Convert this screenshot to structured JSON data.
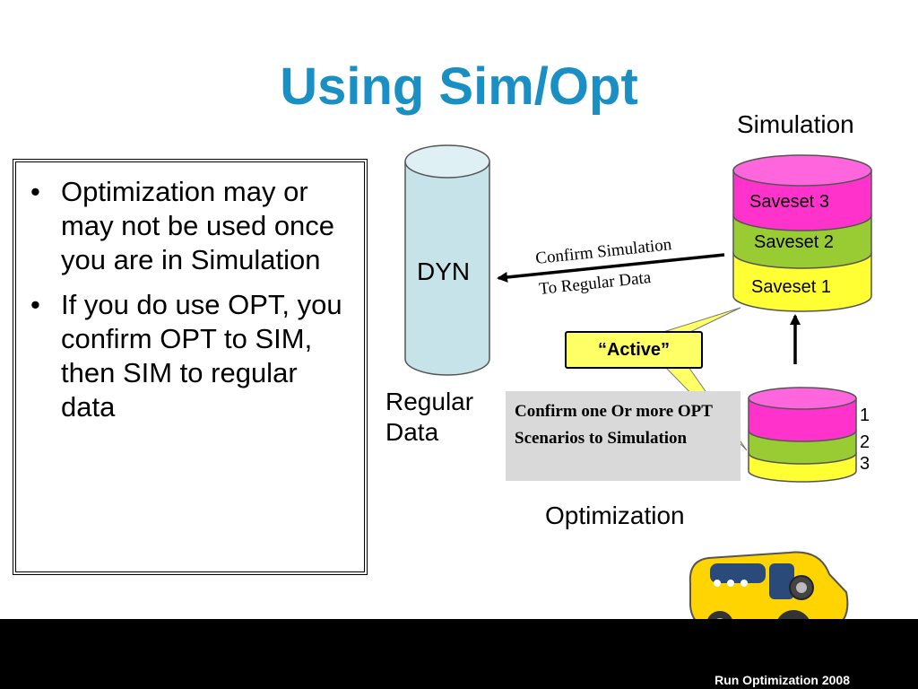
{
  "title": "Using Sim/Opt",
  "bullets": [
    "Optimization may or may not be used once you are in Simulation",
    "If you do use OPT, you confirm OPT to SIM, then SIM to regular data"
  ],
  "dyn_label": "DYN",
  "regular_data_label": "Regular Data",
  "simulation_label": "Simulation",
  "optimization_label": "Optimization",
  "savesets": [
    "Saveset 3",
    "Saveset 2",
    "Saveset 1"
  ],
  "arrow_text": {
    "line1": "Confirm Simulation",
    "line2": "To Regular Data"
  },
  "active_callout": "“Active”",
  "confirm_box_text": "Confirm one Or more OPT Scenarios to Simulation",
  "opt_numbers": [
    "1",
    "2",
    "3"
  ],
  "footer": "Run Optimization 2008",
  "colors": {
    "title": "#1a8fc4",
    "magenta": "#ff33cc",
    "green": "#99cc33",
    "yellow": "#ffff33",
    "cylinder": "#c6e3ea",
    "callout": "#ffff66",
    "gray_box": "#d9d9d9"
  }
}
